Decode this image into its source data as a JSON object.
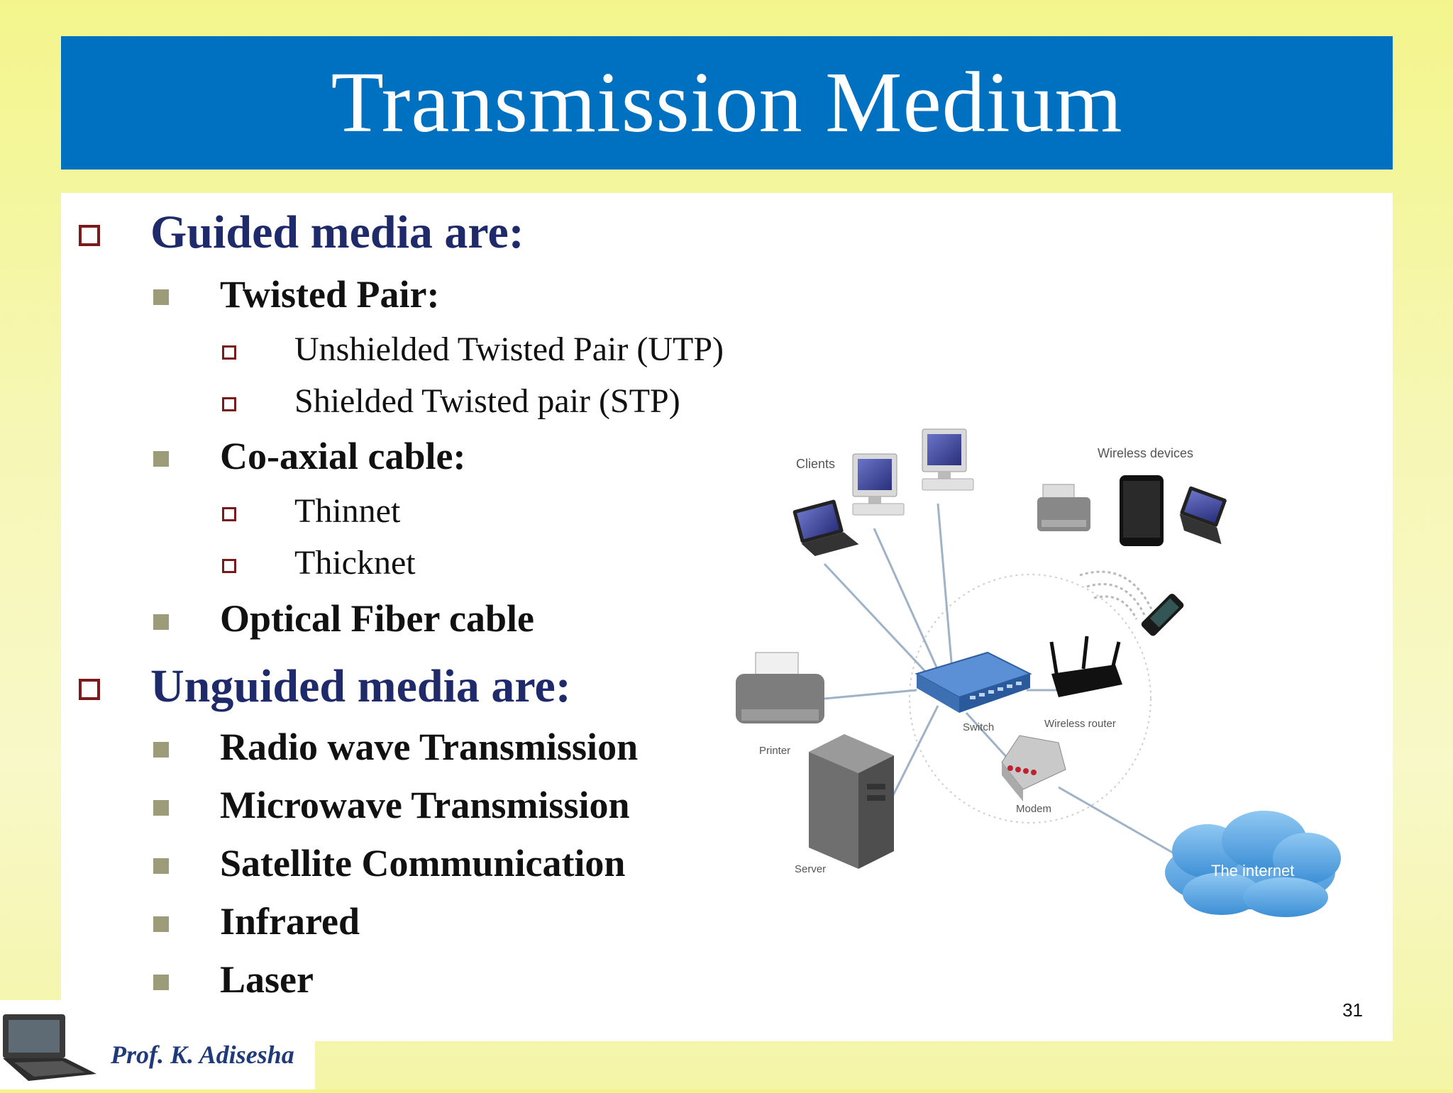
{
  "title": "Transmission Medium",
  "sections": [
    {
      "heading": "Guided media are:",
      "items": [
        {
          "label": "Twisted Pair:",
          "subitems": [
            "Unshielded Twisted Pair (UTP)",
            "Shielded Twisted pair (STP)"
          ]
        },
        {
          "label": "Co-axial cable:",
          "subitems": [
            "Thinnet",
            "Thicknet"
          ]
        },
        {
          "label": "Optical Fiber cable",
          "subitems": []
        }
      ]
    },
    {
      "heading": "Unguided media are:",
      "items": [
        {
          "label": "Radio wave Transmission"
        },
        {
          "label": "Microwave Transmission"
        },
        {
          "label": "Satellite Communication"
        },
        {
          "label": "Infrared"
        },
        {
          "label": "Laser"
        }
      ]
    }
  ],
  "diagram": {
    "labels": {
      "clients": "Clients",
      "wireless_devices": "Wireless devices",
      "printer": "Printer",
      "switch": "Switch",
      "wireless_router": "Wireless router",
      "modem": "Modem",
      "server": "Server",
      "internet": "The internet"
    }
  },
  "page_number": "31",
  "footer": {
    "author": "Prof. K. Adisesha"
  },
  "colors": {
    "title_bar": "#0070c0",
    "heading": "#1f2a6b",
    "bullet_outline": "#7a1a1a",
    "bullet_square": "#9c9c78"
  }
}
